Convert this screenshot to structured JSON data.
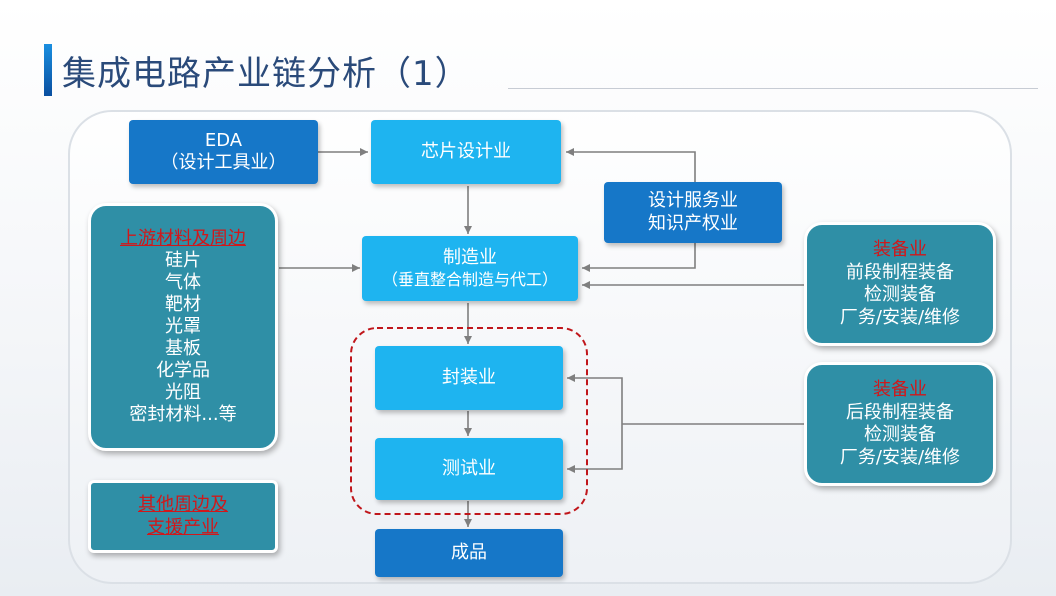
{
  "page": {
    "title": "集成电路产业链分析（1）"
  },
  "nodes": {
    "eda": {
      "line1": "EDA",
      "line2": "（设计工具业）"
    },
    "chip_design": {
      "label": "芯片设计业"
    },
    "design_service": {
      "line1": "设计服务业",
      "line2": "知识产权业"
    },
    "upstream": {
      "heading": "上游材料及周边",
      "items": [
        "硅片",
        "气体",
        "靶材",
        "光罩",
        "基板",
        "化学品",
        "光阻",
        "密封材料...等"
      ]
    },
    "manufacturing": {
      "line1": "制造业",
      "line2": "（垂直整合制造与代工）"
    },
    "equipment_front": {
      "heading": "装备业",
      "items": [
        "前段制程装备",
        "检测装备",
        "厂务/安装/维修"
      ]
    },
    "packaging": {
      "label": "封装业"
    },
    "testing": {
      "label": "测试业"
    },
    "equipment_back": {
      "heading": "装备业",
      "items": [
        "后段制程装备",
        "检测装备",
        "厂务/安装/维修"
      ]
    },
    "other_support": {
      "line1": "其他周边及",
      "line2": "支援产业"
    },
    "product": {
      "label": "成品"
    }
  },
  "colors": {
    "title_text": "#2a4a7a",
    "dark_box": "#1677c8",
    "light_box": "#1eb4f0",
    "teal_box": "#2f8fa6",
    "heading_red": "#d0181b",
    "connector": "#7f7f7f",
    "dashed_group": "#c0161b"
  }
}
